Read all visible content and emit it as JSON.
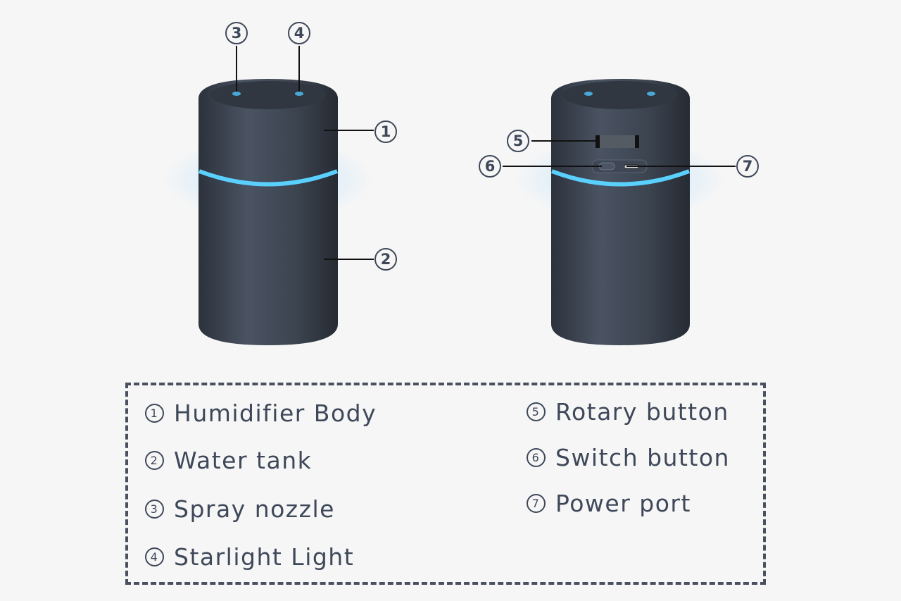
{
  "callouts": {
    "c1": "1",
    "c2": "2",
    "c3": "3",
    "c4": "4",
    "c5": "5",
    "c6": "6",
    "c7": "7"
  },
  "legend": {
    "left": [
      {
        "num": "1",
        "label": "Humidifier Body"
      },
      {
        "num": "2",
        "label": "Water tank"
      },
      {
        "num": "3",
        "label": "Spray nozzle"
      },
      {
        "num": "4",
        "label": "Starlight Light"
      }
    ],
    "right": [
      {
        "num": "5",
        "label": "Rotary button"
      },
      {
        "num": "6",
        "label": "Switch button"
      },
      {
        "num": "7",
        "label": "Power port"
      }
    ]
  },
  "colors": {
    "body": "#3b4350",
    "ring": "#4cc8ff",
    "text": "#3e4859"
  }
}
